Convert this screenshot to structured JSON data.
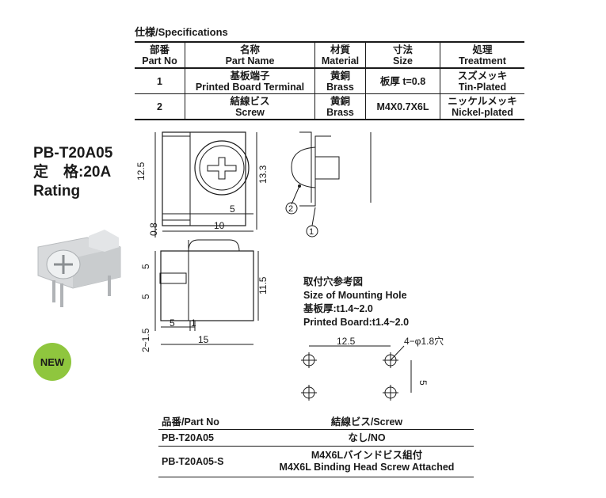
{
  "spec_title": "仕様/Specifications",
  "spec_table": {
    "headers": [
      {
        "jp": "部番",
        "en": "Part No"
      },
      {
        "jp": "名称",
        "en": "Part Name"
      },
      {
        "jp": "材質",
        "en": "Material"
      },
      {
        "jp": "寸法",
        "en": "Size"
      },
      {
        "jp": "処理",
        "en": "Treatment"
      }
    ],
    "rows": [
      {
        "no": "1",
        "name_jp": "基板端子",
        "name_en": "Printed Board Terminal",
        "mat_jp": "黄銅",
        "mat_en": "Brass",
        "size": "板厚 t=0.8",
        "treat_jp": "スズメッキ",
        "treat_en": "Tin-Plated"
      },
      {
        "no": "2",
        "name_jp": "結線ビス",
        "name_en": "Screw",
        "mat_jp": "黄銅",
        "mat_en": "Brass",
        "size": "M4X0.7X6L",
        "treat_jp": "ニッケルメッキ",
        "treat_en": "Nickel-plated"
      }
    ]
  },
  "model": {
    "part": "PB-T20A05",
    "rating": "定　格:20A",
    "rating_en": "Rating"
  },
  "badge": "NEW",
  "drawing_dims": {
    "top_height": "12.5",
    "top_total": "13.3",
    "top_offset": "0.8",
    "top_inner": "5",
    "top_width": "10",
    "callout_1": "1",
    "callout_2": "2",
    "side_top": "5",
    "side_mid": "5",
    "side_bottom": "2~1.5",
    "side_height": "11.5",
    "side_small": "5",
    "side_one": "1",
    "side_width": "15",
    "hole_spacing_x": "12.5",
    "hole_spacing_y": "5",
    "hole_spec": "4−φ1.8穴"
  },
  "mounting": {
    "title_jp": "取付穴参考図",
    "title_en": "Size of Mounting Hole",
    "thickness_jp": "基板厚:t1.4~2.0",
    "thickness_en": "Printed Board:t1.4~2.0"
  },
  "parts_table": {
    "header_no": "品番/Part No",
    "header_screw": "結線ビス/Screw",
    "rows": [
      {
        "no": "PB-T20A05",
        "screw_jp": "なし/NO",
        "screw_en": ""
      },
      {
        "no": "PB-T20A05-S",
        "screw_jp": "M4X6Lバインドビス組付",
        "screw_en": "M4X6L Binding Head Screw Attached"
      }
    ]
  },
  "colors": {
    "badge": "#8fc63e",
    "line": "#1a1a1a"
  }
}
